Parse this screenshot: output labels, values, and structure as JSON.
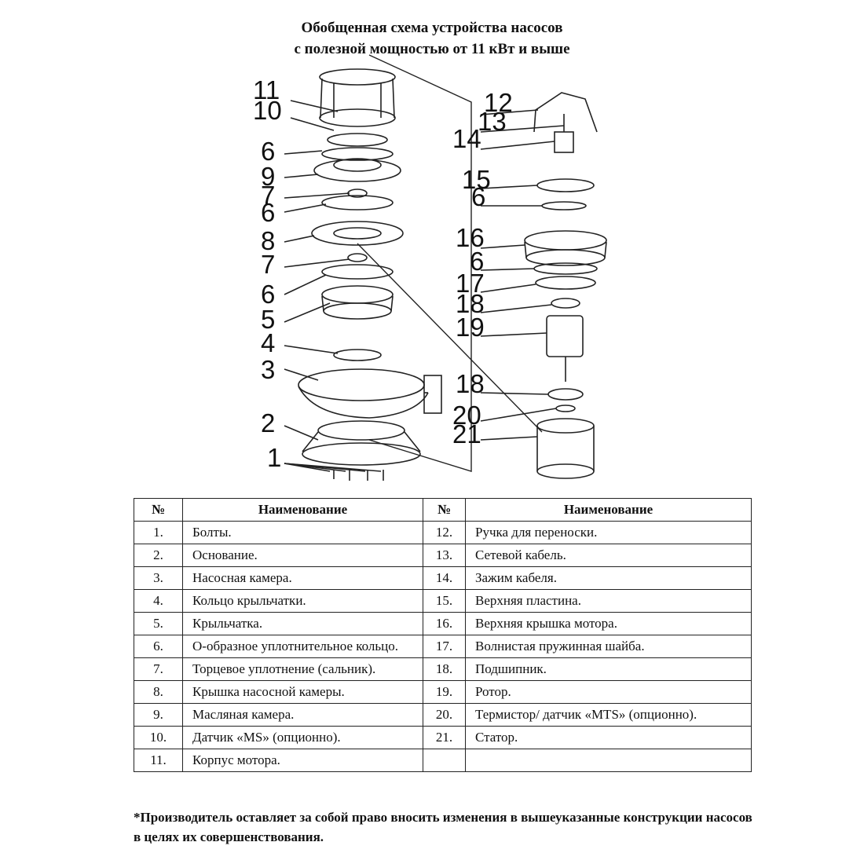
{
  "title": {
    "line1": "Обобщенная схема устройства насосов",
    "line2": "с полезной мощностью от 11 кВт и выше"
  },
  "diagram": {
    "left_labels": [
      "11",
      "10",
      "6",
      "9",
      "7",
      "6",
      "8",
      "7",
      "6",
      "5",
      "4",
      "3",
      "2",
      "1"
    ],
    "right_labels": [
      "12",
      "13",
      "14",
      "15",
      "6",
      "16",
      "6",
      "17",
      "18",
      "19",
      "18",
      "20",
      "21"
    ]
  },
  "table": {
    "headers": {
      "num": "№",
      "name": "Наименование"
    },
    "left": [
      {
        "num": "1.",
        "name": "Болты."
      },
      {
        "num": "2.",
        "name": "Основание."
      },
      {
        "num": "3.",
        "name": "Насосная камера."
      },
      {
        "num": "4.",
        "name": "Кольцо крыльчатки."
      },
      {
        "num": "5.",
        "name": "Крыльчатка."
      },
      {
        "num": "6.",
        "name": "О-образное уплотнительное кольцо."
      },
      {
        "num": "7.",
        "name": "Торцевое уплотнение (сальник)."
      },
      {
        "num": "8.",
        "name": "Крышка насосной камеры."
      },
      {
        "num": "9.",
        "name": "Масляная камера."
      },
      {
        "num": "10.",
        "name": "Датчик «MS» (опционно)."
      },
      {
        "num": "11.",
        "name": "Корпус мотора."
      }
    ],
    "right": [
      {
        "num": "12.",
        "name": "Ручка для переноски."
      },
      {
        "num": "13.",
        "name": "Сетевой кабель."
      },
      {
        "num": "14.",
        "name": "Зажим кабеля."
      },
      {
        "num": "15.",
        "name": "Верхняя пластина."
      },
      {
        "num": "16.",
        "name": "Верхняя крышка мотора."
      },
      {
        "num": "17.",
        "name": "Волнистая пружинная шайба."
      },
      {
        "num": "18.",
        "name": "Подшипник."
      },
      {
        "num": "19.",
        "name": "Ротор."
      },
      {
        "num": "20.",
        "name": "Термистор/ датчик «MTS» (опционно)."
      },
      {
        "num": "21.",
        "name": "Статор."
      },
      {
        "num": "",
        "name": ""
      }
    ]
  },
  "footnote": "*Производитель оставляет за собой право вносить изменения в вышеуказанные конструкции насосов в целях их совершенствования."
}
